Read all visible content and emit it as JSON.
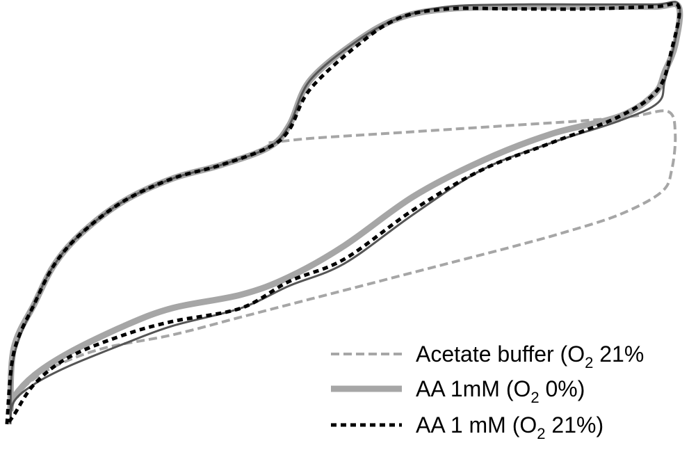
{
  "chart_data": {
    "type": "line",
    "title": "",
    "xlabel": "",
    "ylabel": "",
    "grid": false,
    "legend_position": "bottom-right",
    "series": [
      {
        "name": "Acetate buffer (O",
        "subscript": "2",
        "suffix": " 21%",
        "color": "#a6a6a6",
        "style": "dashed",
        "points": [
          [
            0.39,
            0.32
          ],
          [
            0.45,
            0.31
          ],
          [
            0.55,
            0.3
          ],
          [
            0.65,
            0.29
          ],
          [
            0.75,
            0.28
          ],
          [
            0.85,
            0.27
          ],
          [
            0.92,
            0.26
          ],
          [
            0.97,
            0.25
          ],
          [
            0.98,
            0.3
          ],
          [
            0.975,
            0.38
          ],
          [
            0.96,
            0.43
          ],
          [
            0.9,
            0.48
          ],
          [
            0.82,
            0.52
          ],
          [
            0.75,
            0.55
          ],
          [
            0.65,
            0.59
          ],
          [
            0.55,
            0.63
          ],
          [
            0.45,
            0.67
          ],
          [
            0.35,
            0.71
          ],
          [
            0.25,
            0.75
          ],
          [
            0.15,
            0.78
          ],
          [
            0.08,
            0.82
          ],
          [
            0.04,
            0.86
          ],
          [
            0.025,
            0.89
          ]
        ]
      },
      {
        "name": "AA 1mM (O",
        "subscript": "2",
        "suffix": "  0%)",
        "color": "#a6a6a6",
        "style": "solid",
        "points": [
          [
            0.015,
            0.92
          ],
          [
            0.02,
            0.78
          ],
          [
            0.05,
            0.68
          ],
          [
            0.08,
            0.59
          ],
          [
            0.12,
            0.52
          ],
          [
            0.18,
            0.45
          ],
          [
            0.25,
            0.4
          ],
          [
            0.32,
            0.37
          ],
          [
            0.39,
            0.33
          ],
          [
            0.42,
            0.28
          ],
          [
            0.45,
            0.18
          ],
          [
            0.52,
            0.09
          ],
          [
            0.58,
            0.04
          ],
          [
            0.65,
            0.02
          ],
          [
            0.75,
            0.015
          ],
          [
            0.85,
            0.015
          ],
          [
            0.95,
            0.015
          ],
          [
            0.985,
            0.015
          ],
          [
            0.98,
            0.1
          ],
          [
            0.965,
            0.16
          ],
          [
            0.95,
            0.21
          ],
          [
            0.9,
            0.26
          ],
          [
            0.8,
            0.3
          ],
          [
            0.7,
            0.36
          ],
          [
            0.6,
            0.44
          ],
          [
            0.5,
            0.55
          ],
          [
            0.42,
            0.62
          ],
          [
            0.35,
            0.66
          ],
          [
            0.25,
            0.69
          ],
          [
            0.18,
            0.73
          ],
          [
            0.1,
            0.79
          ],
          [
            0.05,
            0.84
          ],
          [
            0.02,
            0.89
          ],
          [
            0.015,
            0.92
          ]
        ]
      },
      {
        "name": "AA 1 mM (O",
        "subscript": "2",
        "suffix": " 21%)",
        "color": "#000000",
        "style": "dotted",
        "points": [
          [
            0.01,
            0.95
          ],
          [
            0.02,
            0.79
          ],
          [
            0.05,
            0.68
          ],
          [
            0.08,
            0.59
          ],
          [
            0.12,
            0.52
          ],
          [
            0.18,
            0.45
          ],
          [
            0.25,
            0.4
          ],
          [
            0.32,
            0.37
          ],
          [
            0.39,
            0.33
          ],
          [
            0.42,
            0.29
          ],
          [
            0.45,
            0.2
          ],
          [
            0.52,
            0.1
          ],
          [
            0.58,
            0.04
          ],
          [
            0.65,
            0.02
          ],
          [
            0.75,
            0.02
          ],
          [
            0.85,
            0.02
          ],
          [
            0.95,
            0.015
          ],
          [
            0.985,
            0.015
          ],
          [
            0.975,
            0.11
          ],
          [
            0.955,
            0.2
          ],
          [
            0.9,
            0.26
          ],
          [
            0.8,
            0.32
          ],
          [
            0.7,
            0.38
          ],
          [
            0.6,
            0.47
          ],
          [
            0.5,
            0.58
          ],
          [
            0.42,
            0.63
          ],
          [
            0.35,
            0.69
          ],
          [
            0.25,
            0.72
          ],
          [
            0.18,
            0.75
          ],
          [
            0.1,
            0.8
          ],
          [
            0.05,
            0.86
          ],
          [
            0.02,
            0.93
          ],
          [
            0.01,
            0.95
          ]
        ]
      },
      {
        "name": "",
        "color": "#555555",
        "style": "solid-thin",
        "points": [
          [
            0.015,
            0.95
          ],
          [
            0.02,
            0.8
          ],
          [
            0.05,
            0.68
          ],
          [
            0.08,
            0.59
          ],
          [
            0.12,
            0.52
          ],
          [
            0.18,
            0.45
          ],
          [
            0.25,
            0.4
          ],
          [
            0.32,
            0.37
          ],
          [
            0.39,
            0.33
          ],
          [
            0.42,
            0.28
          ],
          [
            0.45,
            0.18
          ],
          [
            0.52,
            0.09
          ],
          [
            0.58,
            0.04
          ],
          [
            0.65,
            0.015
          ],
          [
            0.75,
            0.01
          ],
          [
            0.85,
            0.01
          ],
          [
            0.95,
            0.01
          ],
          [
            0.985,
            0.01
          ],
          [
            0.98,
            0.09
          ],
          [
            0.965,
            0.18
          ],
          [
            0.955,
            0.23
          ],
          [
            0.9,
            0.27
          ],
          [
            0.8,
            0.32
          ],
          [
            0.7,
            0.38
          ],
          [
            0.6,
            0.48
          ],
          [
            0.5,
            0.59
          ],
          [
            0.42,
            0.64
          ],
          [
            0.35,
            0.69
          ],
          [
            0.25,
            0.73
          ],
          [
            0.18,
            0.77
          ],
          [
            0.1,
            0.82
          ],
          [
            0.05,
            0.86
          ],
          [
            0.02,
            0.9
          ],
          [
            0.015,
            0.95
          ]
        ]
      }
    ]
  }
}
